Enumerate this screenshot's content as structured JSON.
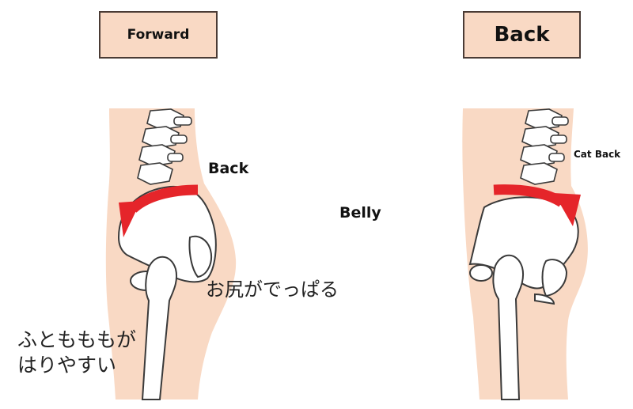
{
  "left_panel": {
    "title": "Forward",
    "label_back": "Back",
    "label_butt": "お尻がでっぱる",
    "label_thigh_line1": "ふともももが",
    "label_thigh_line2": "はりやすい"
  },
  "right_panel": {
    "title": "Back",
    "label_cat_back": "Cat Back"
  },
  "center": {
    "label_belly": "Belly"
  },
  "colors": {
    "skin": "#f9d9c4",
    "arrow": "#e5252a",
    "bone_outline": "#3a3a3a",
    "box_border": "#4a3b35"
  }
}
